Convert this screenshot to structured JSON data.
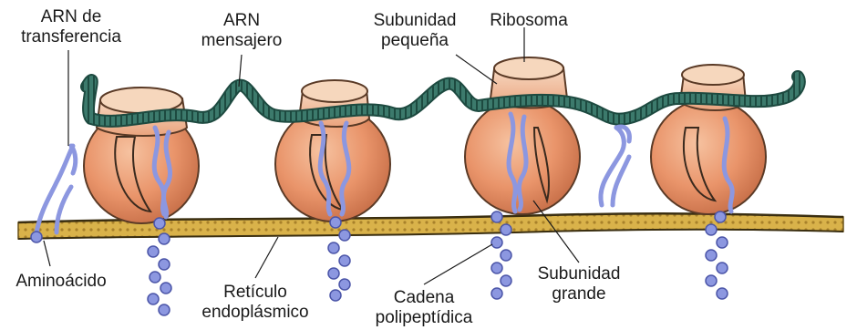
{
  "labels": {
    "trna": [
      "ARN de",
      "transferencia"
    ],
    "mrna": [
      "ARN",
      "mensajero"
    ],
    "small_subunit": [
      "Subunidad",
      "pequeña"
    ],
    "ribosome": [
      "Ribosoma"
    ],
    "amino_acid": [
      "Aminoácido"
    ],
    "er": [
      "Retículo",
      "endoplásmico"
    ],
    "polypeptide": [
      "Cadena",
      "polipeptídica"
    ],
    "large_subunit": [
      "Subunidad",
      "grande"
    ]
  },
  "colors": {
    "ribosome": "#e8956a",
    "ribosome_top": "#f3c8a6",
    "mrna": "#2f6b5f",
    "membrane": "#d9b24a",
    "trna": "#8c97e0",
    "amino": "#7d86d8"
  }
}
